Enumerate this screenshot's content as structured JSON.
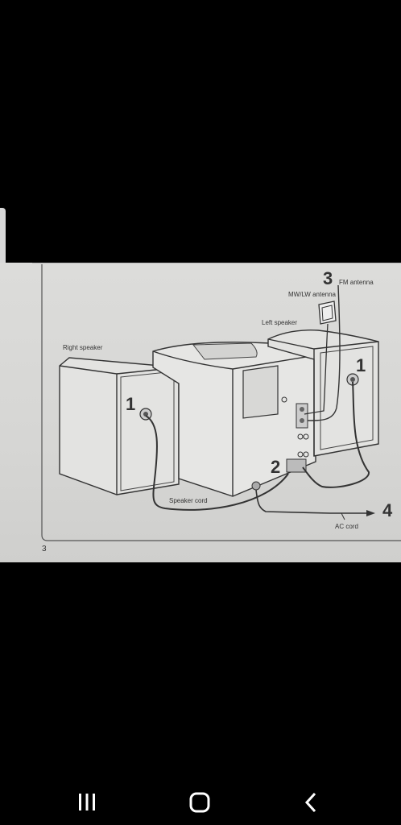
{
  "diagram": {
    "labels": {
      "fm_antenna": "FM antenna",
      "mw_lw_antenna": "MW/LW antenna",
      "left_speaker": "Left speaker",
      "right_speaker": "Right speaker",
      "speaker_cord": "Speaker cord",
      "ac_cord": "AC cord"
    },
    "step_numbers": {
      "antenna": "3",
      "left_speaker": "1",
      "right_speaker": "1",
      "unit_terminals": "2",
      "ac_cord": "4"
    },
    "page_number": "3"
  },
  "navbar": {
    "icons": [
      "recent-apps-icon",
      "home-icon",
      "back-icon"
    ]
  }
}
